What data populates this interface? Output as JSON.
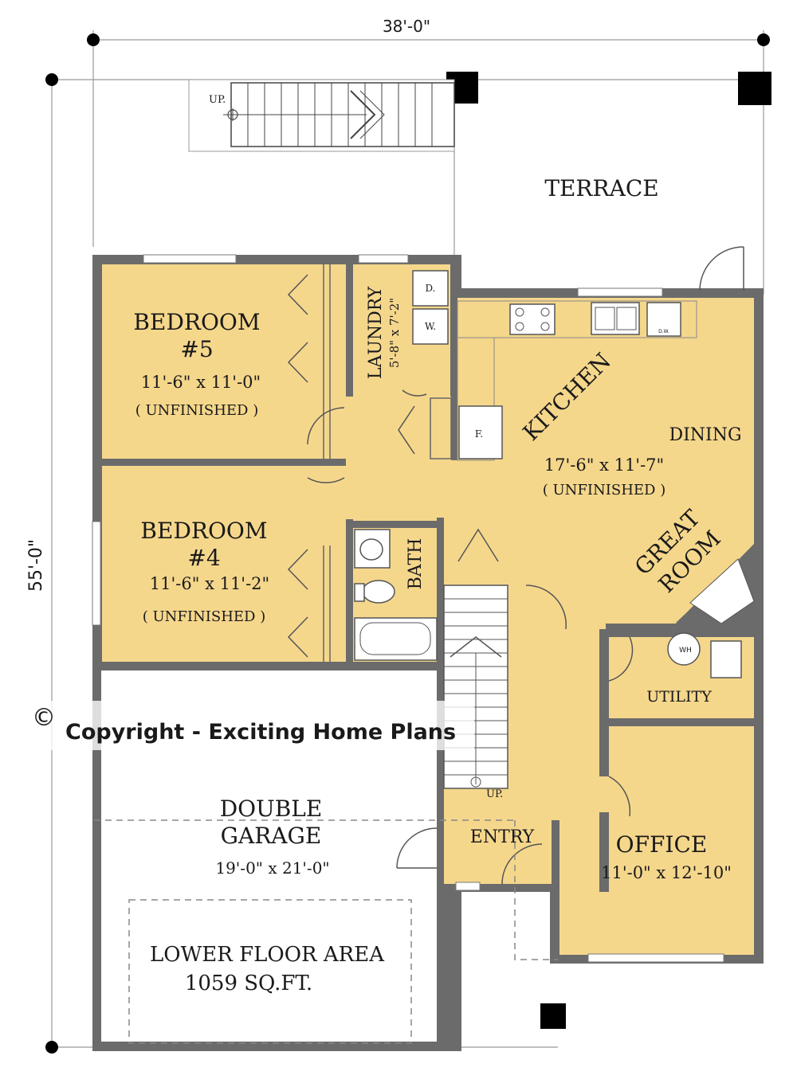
{
  "dimensions": {
    "width_label": "38'-0\"",
    "depth_label": "55'-0\""
  },
  "stairs_up_label": "UP.",
  "terrace_label": "TERRACE",
  "rooms": {
    "bedroom5": {
      "name": "BEDROOM",
      "number": "#5",
      "size": "11'-6\" x 11'-0\"",
      "status": "( UNFINISHED )"
    },
    "bedroom4": {
      "name": "BEDROOM",
      "number": "#4",
      "size": "11'-6\" x 11'-2\"",
      "status": "( UNFINISHED )"
    },
    "laundry": {
      "name": "LAUNDRY",
      "size": "5'-8\" x 7'-2\"",
      "dryer": "D.",
      "washer": "W."
    },
    "kitchen": {
      "name": "KITCHEN",
      "size": "17'-6\" x 11'-7\"",
      "status": "( UNFINISHED )",
      "fridge": "F.",
      "dishwasher": "D.W."
    },
    "dining": {
      "name": "DINING"
    },
    "great_room": {
      "line1": "GREAT",
      "line2": "ROOM"
    },
    "bath": {
      "name": "BATH"
    },
    "utility": {
      "name": "UTILITY",
      "water_heater": "WH"
    },
    "office": {
      "name": "OFFICE",
      "size": "11'-0\" x 12'-10\""
    },
    "entry": {
      "name": "ENTRY",
      "stairs_up": "UP."
    },
    "garage": {
      "line1": "DOUBLE",
      "line2": "GARAGE",
      "size": "19'-0\" x 21'-0\""
    }
  },
  "floor_area": {
    "line1": "LOWER FLOOR AREA",
    "line2": "1059  SQ.FT."
  },
  "copyright": {
    "symbol": "©",
    "text": "Copyright - Exciting Home Plans"
  },
  "colors": {
    "room_fill": "#f5d78c",
    "wall": "#6b6b6b",
    "post": "#000000"
  }
}
